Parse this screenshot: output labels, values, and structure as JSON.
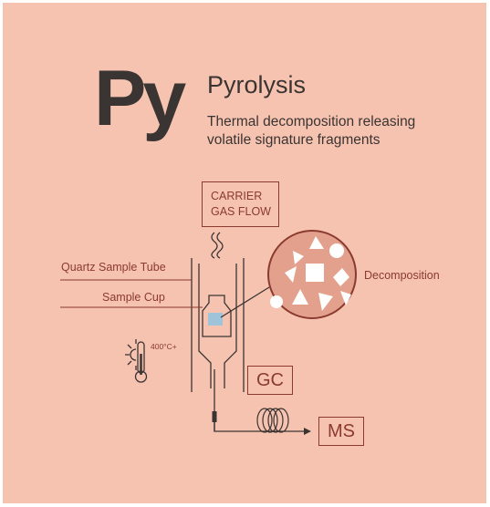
{
  "header": {
    "symbol": "Py",
    "title": "Pyrolysis",
    "subtitle": "Thermal decomposition releasing volatile signature fragments"
  },
  "diagram": {
    "carrier_line1": "CARRIER",
    "carrier_line2": "GAS FLOW",
    "quartz_label": "Quartz Sample Tube",
    "cup_label": "Sample Cup",
    "temperature": "400°C+",
    "decomposition_label": "Decomposition",
    "gc_label": "GC",
    "ms_label": "MS"
  },
  "colors": {
    "background": "#f7c3b1",
    "text_dark": "#3a3432",
    "accent_brown": "#8a3a2e",
    "sample_blue": "#9fc3d8",
    "magnifier_fill": "#e3a08d"
  }
}
